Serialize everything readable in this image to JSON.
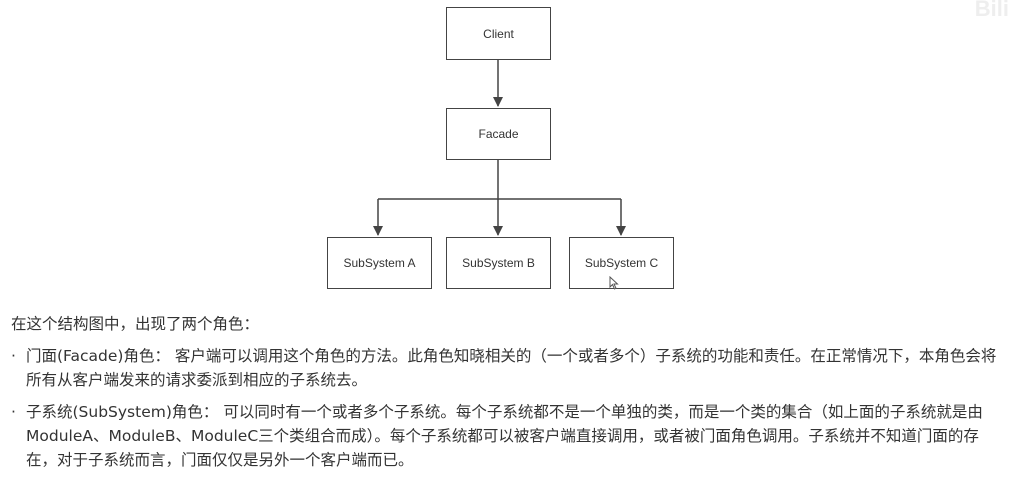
{
  "diagram": {
    "client": "Client",
    "facade": "Facade",
    "subsystems": [
      "SubSystem A",
      "SubSystem B",
      "SubSystem C"
    ]
  },
  "text": {
    "intro": "在这个结构图中，出现了两个角色：",
    "bullet_symbol": "·",
    "items": [
      "门面(Facade)角色： 客户端可以调用这个角色的方法。此角色知晓相关的（一个或者多个）子系统的功能和责任。在正常情况下，本角色会将所有从客户端发来的请求委派到相应的子系统去。",
      "子系统(SubSystem)角色： 可以同时有一个或者多个子系统。每个子系统都不是一个单独的类，而是一个类的集合（如上面的子系统就是由ModuleA、ModuleB、ModuleC三个类组合而成）。每个子系统都可以被客户端直接调用，或者被门面角色调用。子系统并不知道门面的存在，对于子系统而言，门面仅仅是另外一个客户端而已。"
    ]
  },
  "icons": {
    "cursor": "mouse-pointer-icon"
  },
  "colors": {
    "stroke": "#444444",
    "text": "#333333",
    "background": "#ffffff"
  }
}
